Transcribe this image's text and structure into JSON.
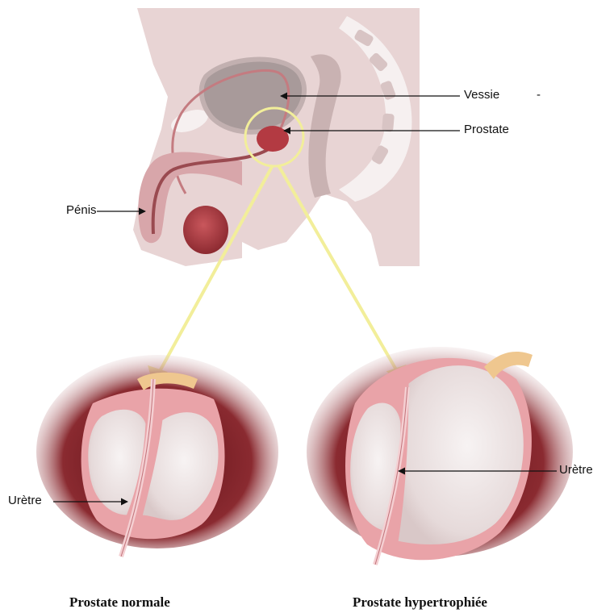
{
  "labels": {
    "vessie": "Vessie",
    "vessie_dash": "-",
    "prostate": "Prostate",
    "penis": "Pénis",
    "uretre_left": "Urètre",
    "uretre_right": "Urètre"
  },
  "captions": {
    "normal": "Prostate normale",
    "enlarged": "Prostate hypertrophiée"
  },
  "colors": {
    "body": "#e8d4d4",
    "bladder": "#a89a9a",
    "tissue_dark": "#7a1f24",
    "tissue_pink": "#e9a3a8",
    "lobe_light": "#f3eeee",
    "highlight": "#f2ee9a"
  }
}
